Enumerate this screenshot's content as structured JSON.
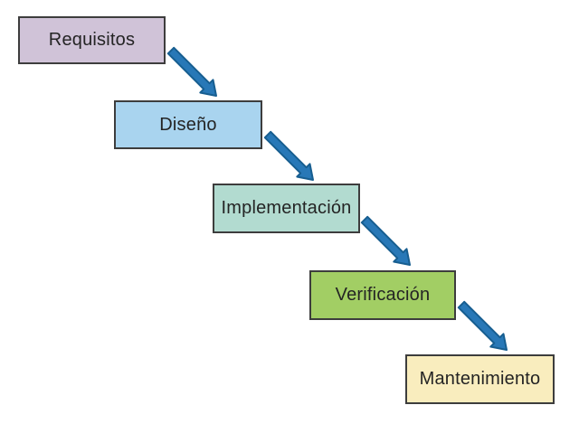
{
  "diagram": {
    "stages": [
      {
        "label": "Requisitos",
        "fill": "#d0c3d8"
      },
      {
        "label": "Diseño",
        "fill": "#a9d4ef"
      },
      {
        "label": "Implementación",
        "fill": "#b2dbd0"
      },
      {
        "label": "Verificación",
        "fill": "#a2ce64"
      },
      {
        "label": "Mantenimiento",
        "fill": "#f9edbe"
      }
    ],
    "colors": {
      "background": "#ffffff",
      "box_border": "#3d3d3d",
      "label_text": "#242424",
      "arrow_fill": "#2878b7",
      "arrow_outline": "#175e90"
    }
  }
}
